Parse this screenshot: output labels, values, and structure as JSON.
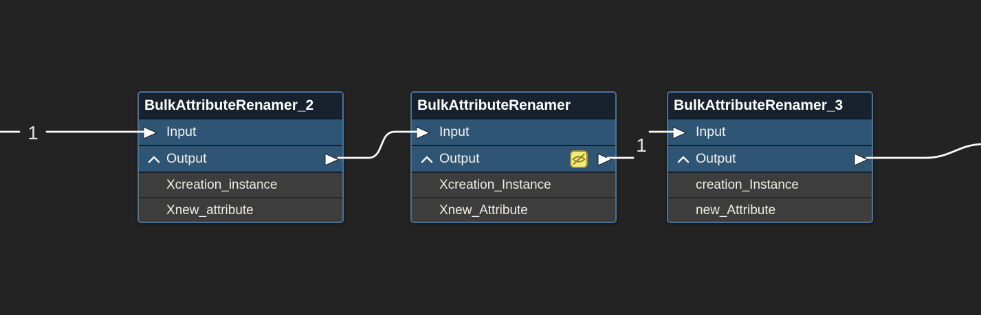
{
  "app": "workflow-node-canvas",
  "canvas": {
    "background": "#232323"
  },
  "colors": {
    "node_border": "#4d7296",
    "node_header_bg": "#18222e",
    "port_row_bg": "#2f5575",
    "attribute_row_bg": "#3d3d3d",
    "link": "#fbfbfb",
    "cache_icon_bg": "#f4e97d",
    "cache_icon_stroke": "#9a8b26"
  },
  "nodes": [
    {
      "title": "BulkAttributeRenamer_2",
      "input_label": "Input",
      "output_label": "Output",
      "attributes": [
        "Xcreation_instance",
        "Xnew_attribute"
      ],
      "icons": [
        "input-port-arrow",
        "chevron-up-icon",
        "output-port-arrow"
      ]
    },
    {
      "title": "BulkAttributeRenamer",
      "input_label": "Input",
      "output_label": "Output",
      "attributes": [
        "Xcreation_Instance",
        "Xnew_Attribute"
      ],
      "icons": [
        "input-port-arrow",
        "chevron-up-icon",
        "eye-slash-cache-icon",
        "output-port-arrow"
      ]
    },
    {
      "title": "BulkAttributeRenamer_3",
      "input_label": "Input",
      "output_label": "Output",
      "attributes": [
        "creation_Instance",
        "new_Attribute"
      ],
      "icons": [
        "input-port-arrow",
        "chevron-up-icon",
        "output-port-arrow"
      ]
    }
  ],
  "connections": {
    "left_feature_count": "1",
    "middle_feature_count": "1"
  }
}
